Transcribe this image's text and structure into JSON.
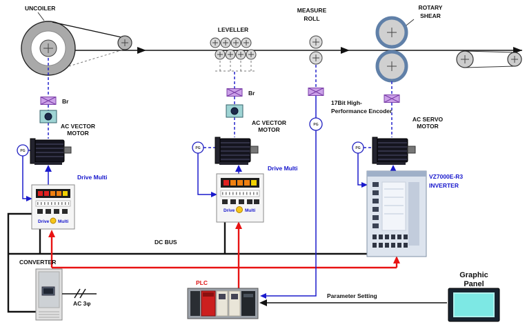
{
  "colors": {
    "line_black": "#111111",
    "dc_bus_red": "#e81212",
    "control_blue": "#1a1acc",
    "valve_purple": "#cba0e8",
    "brake_teal": "#9fd4d4",
    "screen_cyan": "#7de8e4",
    "plc_red_module": "#cc1f1f"
  },
  "diagram": {
    "uncoiler": "UNCOILER",
    "leveller": "LEVELLER",
    "measure_roll_1": "MEASURE",
    "measure_roll_2": "ROLL",
    "rotary_shear_1": "ROTARY",
    "rotary_shear_2": "SHEAR",
    "br_left": "Br",
    "br_mid": "Br",
    "ac_vector_1a": "AC VECTOR",
    "ac_vector_1b": "MOTOR",
    "ac_vector_2a": "AC VECTOR",
    "ac_vector_2b": "MOTOR",
    "encoder_1": "17Bit High-",
    "encoder_2": "Performance Encoder",
    "ac_servo_1": "AC SERVO",
    "ac_servo_2": "MOTOR",
    "pg": "PG",
    "drive_multi_left": "Drive Multi",
    "drive_multi_mid": "Drive Multi",
    "faceplate_drive": "Drive",
    "faceplate_multi": "Multi",
    "inverter_1": "VZ7000E-R3",
    "inverter_2": "INVERTER",
    "converter": "CONVERTER",
    "ac_3phase": "AC 3φ",
    "dc_bus": "DC BUS",
    "plc": "PLC",
    "parameter_setting": "Parameter Setting",
    "graphic_panel_1": "Graphic",
    "graphic_panel_2": "Panel"
  }
}
